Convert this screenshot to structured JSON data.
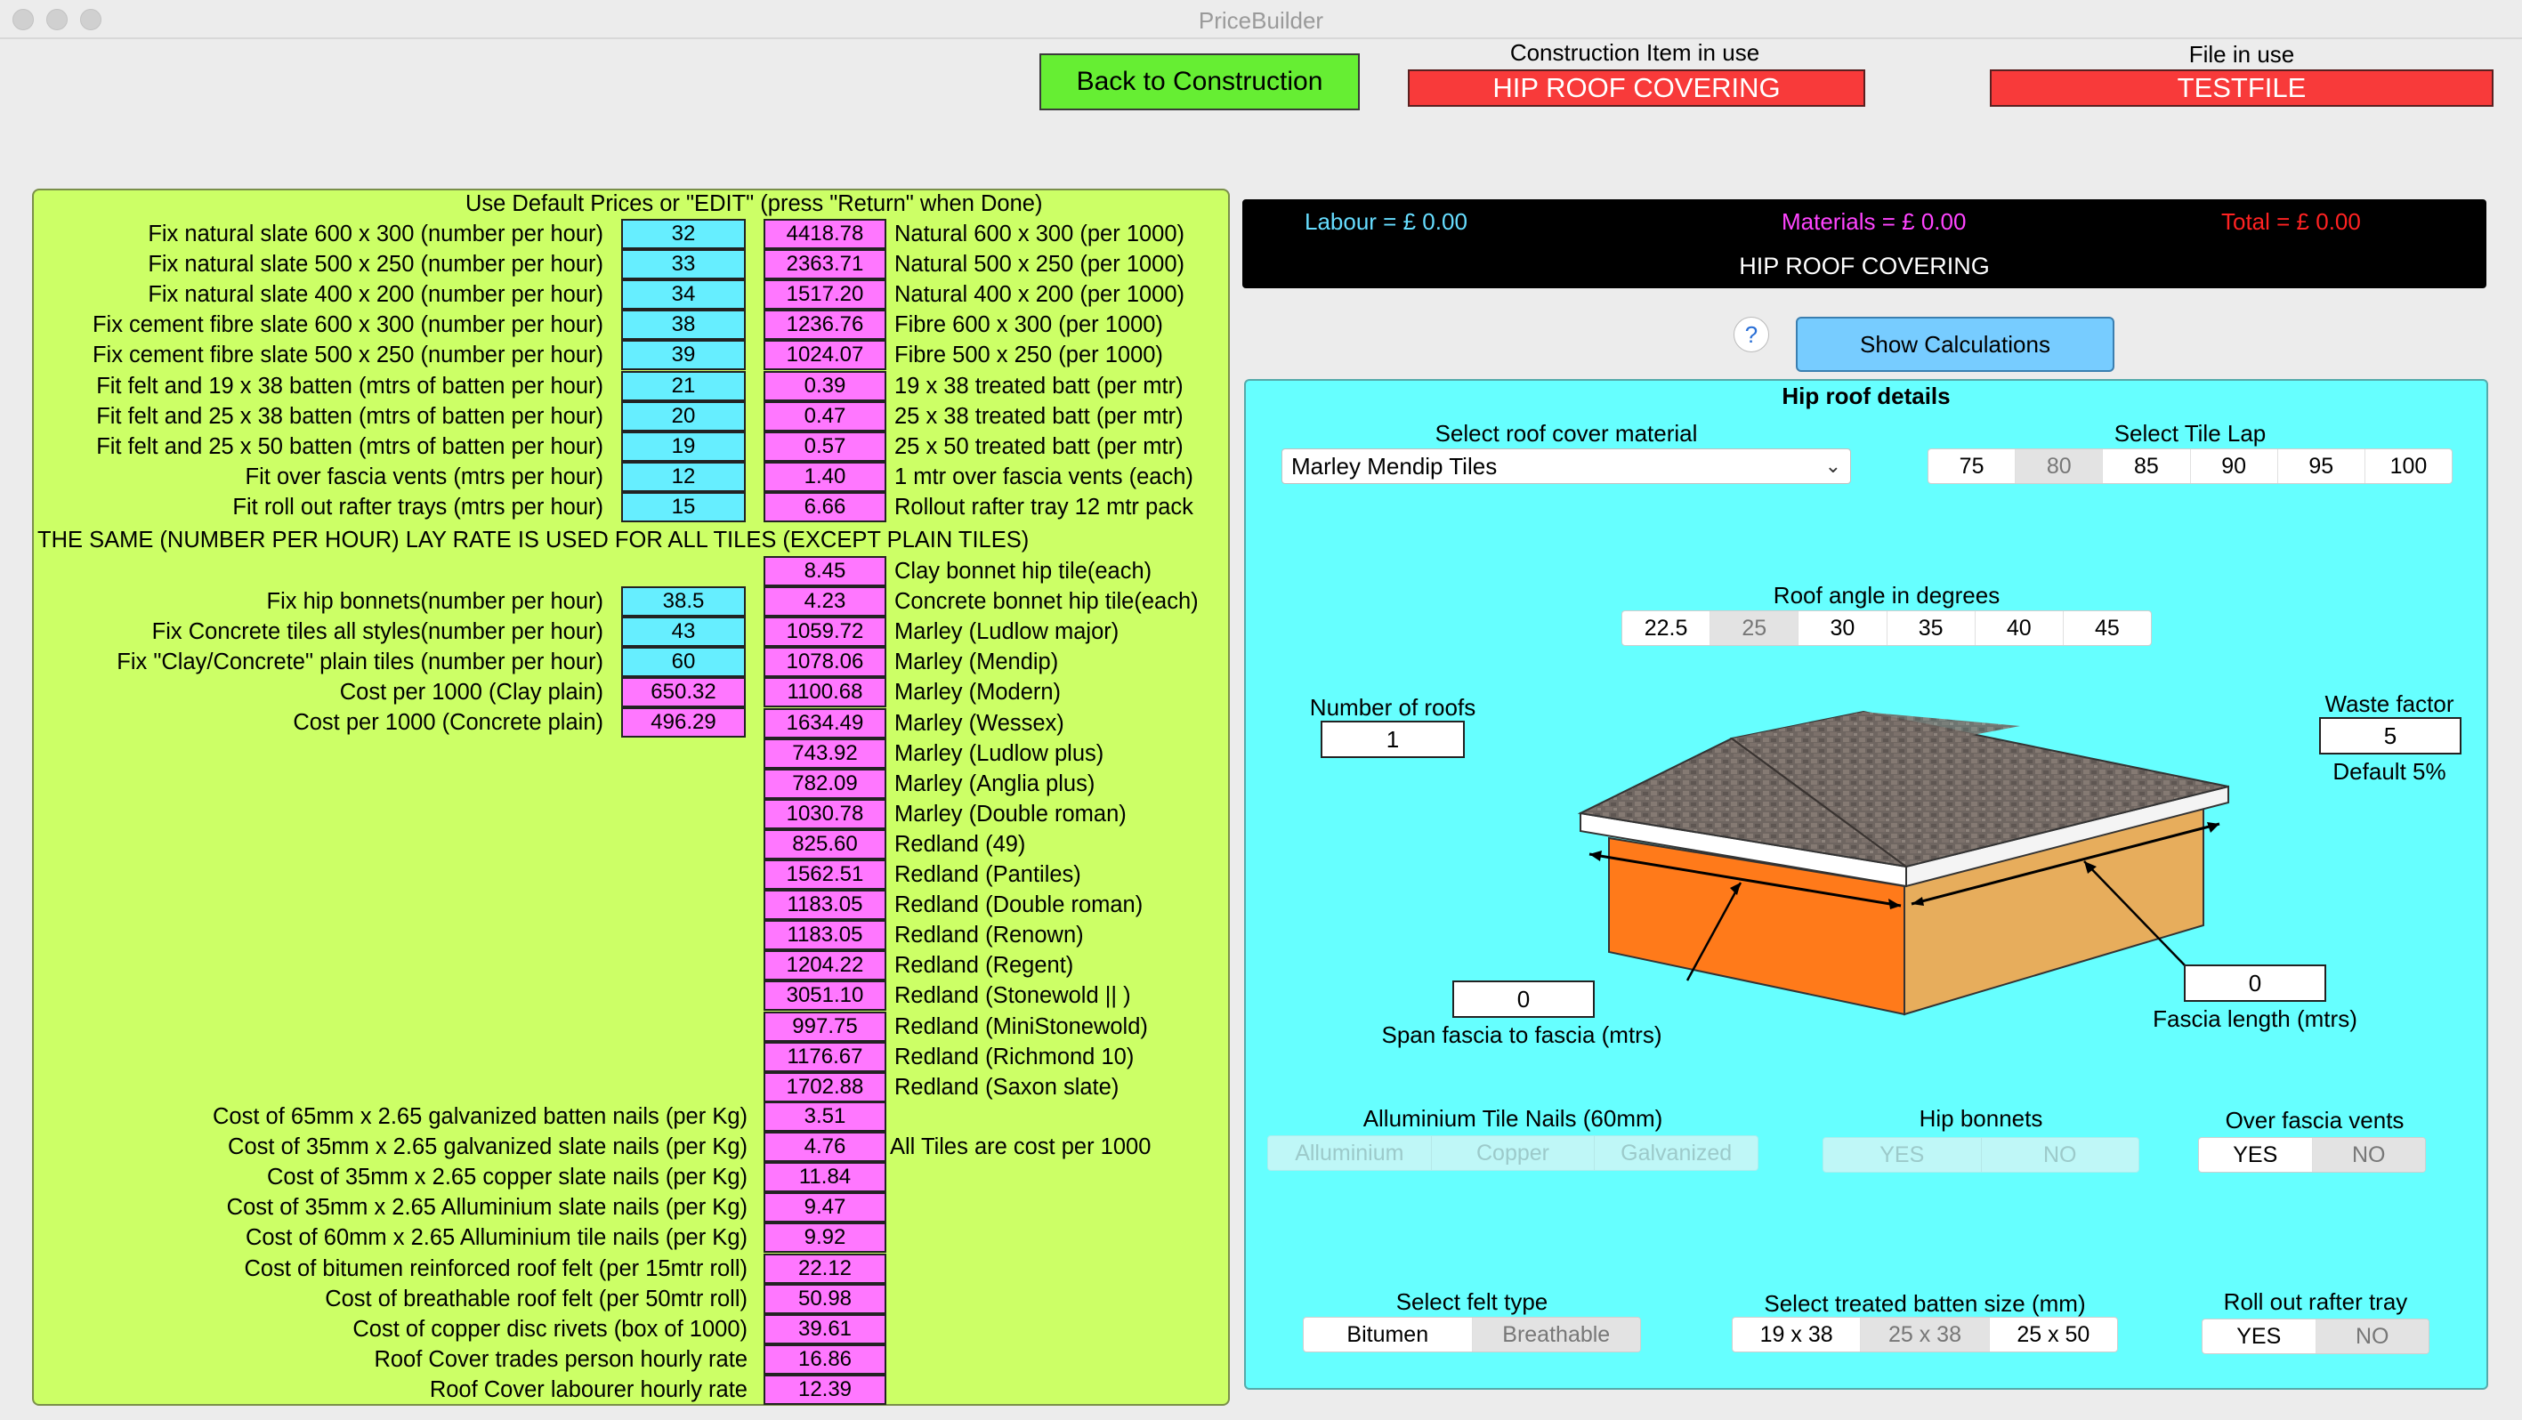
{
  "window": {
    "title": "PriceBuilder"
  },
  "top": {
    "back_button": "Back to Construction",
    "construction_label": "Construction Item in use",
    "construction_value": "HIP ROOF COVERING",
    "file_label": "File in use",
    "file_value": "TESTFILE"
  },
  "left": {
    "header": "Use Default Prices or      \"EDIT\"    (press \"Return\" when Done)",
    "labour_rows": [
      {
        "label": "Fix natural slate 600 x 300 (number per hour)",
        "rate": "32",
        "price": "4418.78",
        "desc": "Natural 600 x 300 (per 1000)"
      },
      {
        "label": "Fix natural slate 500 x 250 (number per hour)",
        "rate": "33",
        "price": "2363.71",
        "desc": "Natural 500 x 250 (per 1000)"
      },
      {
        "label": "Fix natural slate 400 x 200 (number per hour)",
        "rate": "34",
        "price": "1517.20",
        "desc": "Natural 400 x 200 (per 1000)"
      },
      {
        "label": "Fix cement fibre slate 600 x 300 (number per hour)",
        "rate": "38",
        "price": "1236.76",
        "desc": "Fibre 600 x 300 (per 1000)"
      },
      {
        "label": "Fix cement fibre slate 500 x 250 (number per hour)",
        "rate": "39",
        "price": "1024.07",
        "desc": "Fibre 500 x 250 (per 1000)"
      },
      {
        "label": "Fit felt and 19 x 38 batten (mtrs of batten per hour)",
        "rate": "21",
        "price": "0.39",
        "desc": "19 x 38 treated batt (per mtr)"
      },
      {
        "label": "Fit felt and 25 x 38 batten (mtrs of batten per hour)",
        "rate": "20",
        "price": "0.47",
        "desc": "25 x 38 treated batt (per mtr)"
      },
      {
        "label": "Fit felt and 25 x 50 batten (mtrs of batten per hour)",
        "rate": "19",
        "price": "0.57",
        "desc": "25 x 50 treated batt (per mtr)"
      },
      {
        "label": "Fit over fascia vents (mtrs per hour)",
        "rate": "12",
        "price": "1.40",
        "desc": "1 mtr over fascia vents (each)"
      },
      {
        "label": "Fit roll out rafter trays (mtrs per hour)",
        "rate": "15",
        "price": "6.66",
        "desc": "Rollout rafter tray 12 mtr pack"
      }
    ],
    "notice": "THE SAME (NUMBER PER HOUR) LAY RATE IS USED FOR ALL TILES (EXCEPT PLAIN TILES)",
    "tile_prices": [
      {
        "price": "8.45",
        "desc": "Clay bonnet hip tile(each)"
      },
      {
        "price": "4.23",
        "desc": "Concrete bonnet hip tile(each)"
      },
      {
        "price": "1059.72",
        "desc": "Marley (Ludlow major)"
      },
      {
        "price": "1078.06",
        "desc": "Marley (Mendip)"
      },
      {
        "price": "1100.68",
        "desc": "Marley (Modern)"
      },
      {
        "price": "1634.49",
        "desc": "Marley (Wessex)"
      },
      {
        "price": "743.92",
        "desc": "Marley (Ludlow plus)"
      },
      {
        "price": "782.09",
        "desc": "Marley (Anglia plus)"
      },
      {
        "price": "1030.78",
        "desc": "Marley (Double roman)"
      },
      {
        "price": "825.60",
        "desc": "Redland (49)"
      },
      {
        "price": "1562.51",
        "desc": "Redland (Pantiles)"
      },
      {
        "price": "1183.05",
        "desc": "Redland (Double roman)"
      },
      {
        "price": "1183.05",
        "desc": "Redland (Renown)"
      },
      {
        "price": "1204.22",
        "desc": "Redland (Regent)"
      },
      {
        "price": "3051.10",
        "desc": "Redland (Stonewold || )"
      },
      {
        "price": "997.75",
        "desc": "Redland (MiniStonewold)"
      },
      {
        "price": "1176.67",
        "desc": "Redland (Richmond 10)"
      },
      {
        "price": "1702.88",
        "desc": "Redland (Saxon slate)"
      }
    ],
    "tile_rates": [
      {
        "label": "Fix hip bonnets(number per hour)",
        "value": "38.5",
        "color": "cyan"
      },
      {
        "label": "Fix Concrete tiles all styles(number per hour)",
        "value": "43",
        "color": "cyan"
      },
      {
        "label": "Fix \"Clay/Concrete\" plain tiles (number per hour)",
        "value": "60",
        "color": "cyan"
      },
      {
        "label": "Cost per 1000 (Clay plain)",
        "value": "650.32",
        "color": "pink"
      },
      {
        "label": "Cost per 1000 (Concrete plain)",
        "value": "496.29",
        "color": "pink"
      }
    ],
    "misc_rows": [
      {
        "label": "Cost of 65mm x 2.65 galvanized batten nails (per Kg)",
        "price": "3.51"
      },
      {
        "label": "Cost of 35mm x 2.65 galvanized slate nails (per Kg)",
        "price": "4.76"
      },
      {
        "label": "Cost of 35mm x 2.65 copper slate nails (per Kg)",
        "price": "11.84"
      },
      {
        "label": "Cost of 35mm x 2.65 Alluminium slate nails (per Kg)",
        "price": "9.47"
      },
      {
        "label": "Cost of 60mm x 2.65 Alluminium tile nails (per Kg)",
        "price": "9.92"
      },
      {
        "label": "Cost of bitumen reinforced roof felt (per 15mtr roll)",
        "price": "22.12"
      },
      {
        "label": "Cost of breathable roof felt (per 50mtr roll)",
        "price": "50.98"
      },
      {
        "label": "Cost of copper disc rivets (box of 1000)",
        "price": "39.61"
      },
      {
        "label": "Roof Cover trades person hourly rate",
        "price": "16.86"
      },
      {
        "label": "Roof Cover labourer hourly rate",
        "price": "12.39"
      }
    ],
    "all_tiles_note": "All Tiles are cost per 1000"
  },
  "summary": {
    "labour_label": "Labour = £",
    "labour_value": "0.00",
    "materials_label": "Materials = £",
    "materials_value": "0.00",
    "total_label": "Total = £",
    "total_value": "0.00",
    "item_name": "HIP ROOF COVERING",
    "labour_color": "#66ddff",
    "materials_color": "#ff44ff",
    "total_color": "#ff2222"
  },
  "actions": {
    "help": "?",
    "show_calculations": "Show Calculations"
  },
  "details": {
    "title": "Hip roof details",
    "material_label": "Select roof cover material",
    "material_value": "Marley Mendip Tiles",
    "tile_lap_label": "Select Tile Lap",
    "tile_lap_options": [
      "75",
      "80",
      "85",
      "90",
      "95",
      "100"
    ],
    "tile_lap_selected": "80",
    "angle_label": "Roof angle in degrees",
    "angle_options": [
      "22.5",
      "25",
      "30",
      "35",
      "40",
      "45"
    ],
    "angle_selected": "25",
    "roofs_label": "Number of roofs",
    "roofs_value": "1",
    "waste_label": "Waste factor",
    "waste_value": "5",
    "waste_default": "Default 5%",
    "span_value": "0",
    "span_label": "Span fascia to fascia (mtrs)",
    "fascia_value": "0",
    "fascia_label": "Fascia length (mtrs)",
    "nails_label": "Alluminium Tile Nails (60mm)",
    "nails_options": [
      "Alluminium",
      "Copper",
      "Galvanized"
    ],
    "bonnets_label": "Hip bonnets",
    "bonnets_options": [
      "YES",
      "NO"
    ],
    "vents_label": "Over fascia vents",
    "vents_options": [
      "YES",
      "NO"
    ],
    "vents_selected": "NO",
    "felt_label": "Select felt type",
    "felt_options": [
      "Bitumen",
      "Breathable"
    ],
    "felt_selected": "Breathable",
    "batten_label": "Select treated batten size (mm)",
    "batten_options": [
      "19 x 38",
      "25 x 38",
      "25 x 50"
    ],
    "batten_selected": "25 x 38",
    "tray_label": "Roll out rafter tray",
    "tray_options": [
      "YES",
      "NO"
    ],
    "tray_selected": "NO"
  }
}
